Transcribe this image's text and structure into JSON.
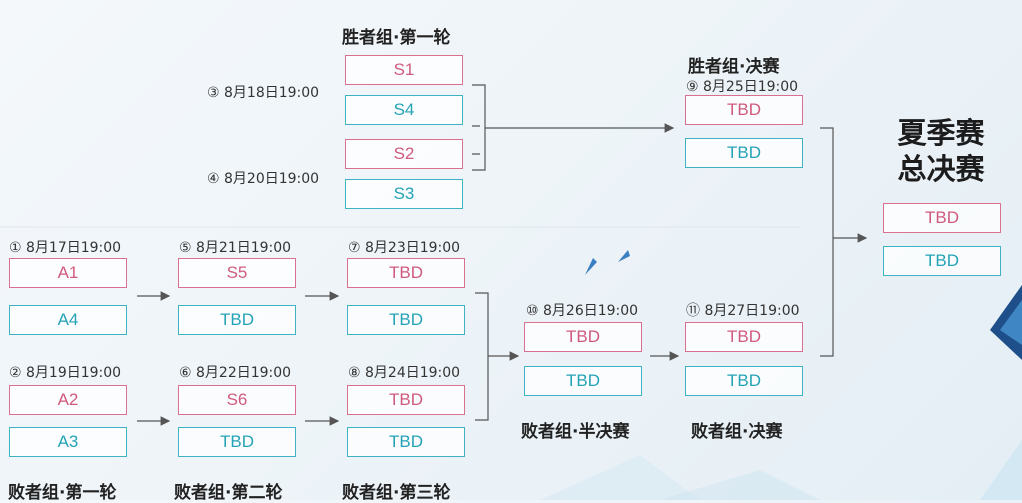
{
  "winners_round1": {
    "title": "胜者组·第一轮",
    "match3": {
      "date": "③ 8月18日19:00",
      "top": "S1",
      "bottom": "S4"
    },
    "match4": {
      "date": "④ 8月20日19:00",
      "top": "S2",
      "bottom": "S3"
    }
  },
  "winners_final": {
    "title": "胜者组·决赛",
    "match9": {
      "date": "⑨ 8月25日19:00",
      "top": "TBD",
      "bottom": "TBD"
    }
  },
  "grand_final": {
    "title_line1": "夏季赛",
    "title_line2": "总决赛",
    "top": "TBD",
    "bottom": "TBD"
  },
  "losers_round1": {
    "title": "败者组·第一轮",
    "match1": {
      "date": "① 8月17日19:00",
      "top": "A1",
      "bottom": "A4"
    },
    "match2": {
      "date": "② 8月19日19:00",
      "top": "A2",
      "bottom": "A3"
    }
  },
  "losers_round2": {
    "title": "败者组·第二轮",
    "match5": {
      "date": "⑤ 8月21日19:00",
      "top": "S5",
      "bottom": "TBD"
    },
    "match6": {
      "date": "⑥ 8月22日19:00",
      "top": "S6",
      "bottom": "TBD"
    }
  },
  "losers_round3": {
    "title": "败者组·第三轮",
    "match7": {
      "date": "⑦ 8月23日19:00",
      "top": "TBD",
      "bottom": "TBD"
    },
    "match8": {
      "date": "⑧ 8月24日19:00",
      "top": "TBD",
      "bottom": "TBD"
    }
  },
  "losers_semifinal": {
    "title": "败者组·半决赛",
    "match10": {
      "date": "⑩ 8月26日19:00",
      "top": "TBD",
      "bottom": "TBD"
    }
  },
  "losers_final": {
    "title": "败者组·决赛",
    "match11": {
      "date": "⑪ 8月27日19:00",
      "top": "TBD",
      "bottom": "TBD"
    }
  },
  "colors": {
    "pink": "#d9708f",
    "teal": "#3fb3c4",
    "line": "#555555"
  }
}
